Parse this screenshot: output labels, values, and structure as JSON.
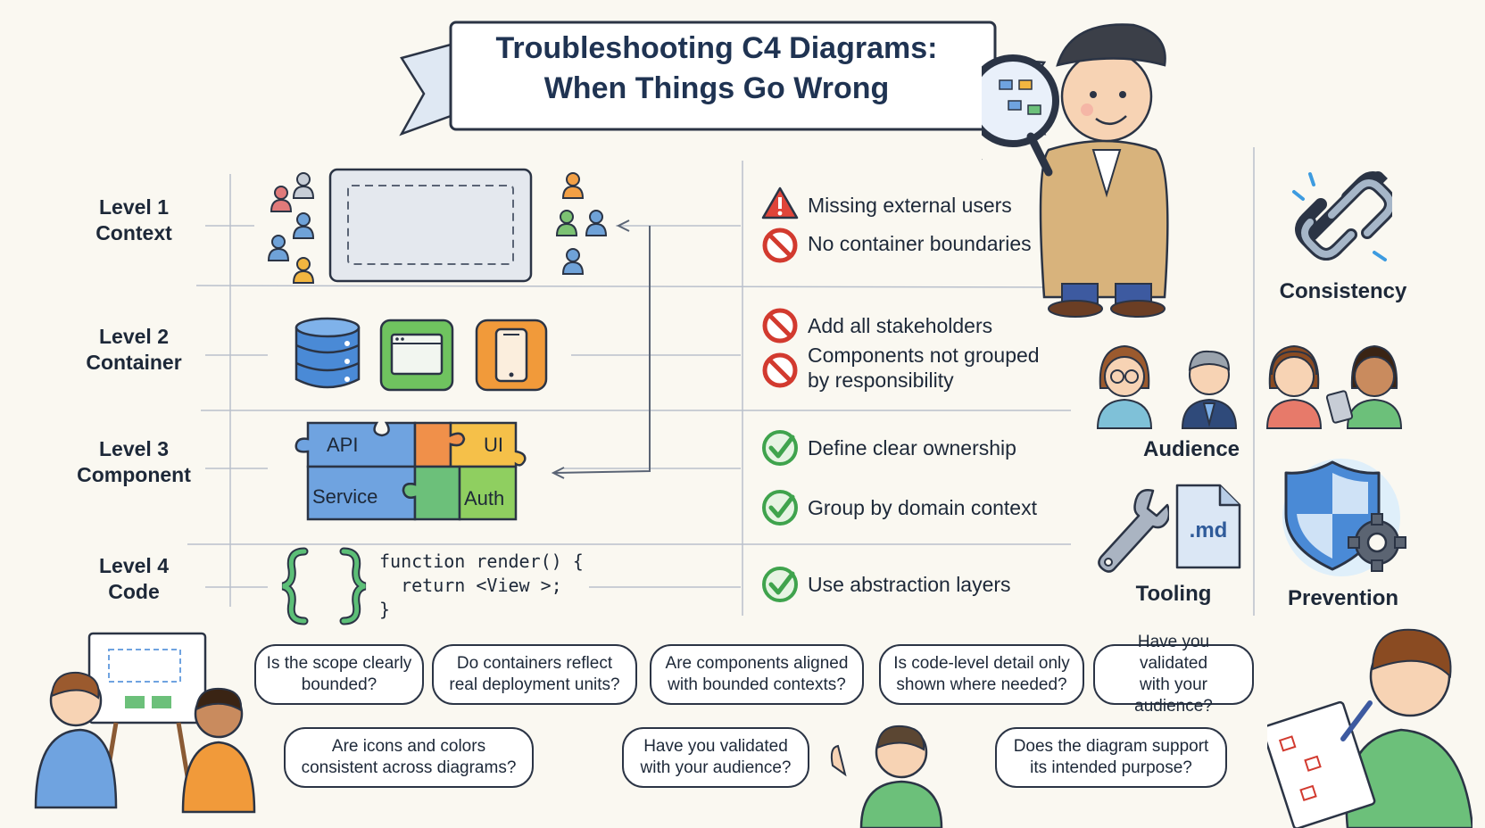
{
  "title": {
    "line1": "Troubleshooting C4 Diagrams:",
    "line2": "When Things Go Wrong"
  },
  "levels": [
    {
      "num": "Level 1",
      "name": "Context"
    },
    {
      "num": "Level 2",
      "name": "Container"
    },
    {
      "num": "Level 3",
      "name": "Component"
    },
    {
      "num": "Level 4",
      "name": "Code"
    }
  ],
  "components": {
    "api": "API",
    "ui": "UI",
    "service": "Service",
    "auth": "Auth"
  },
  "code": {
    "line1": "function render() {",
    "line2": "  return <View >;",
    "line3": "}"
  },
  "issues": [
    {
      "icon": "warning-icon",
      "text": "Missing external users",
      "color": "#d23a2f"
    },
    {
      "icon": "prohibited-icon",
      "text": "No container boundaries",
      "color": "#d23a2f"
    },
    {
      "icon": "prohibited-icon",
      "text": "Add all stakeholders",
      "color": "#d23a2f"
    },
    {
      "icon": "prohibited-icon",
      "text_line1": "Components not grouped",
      "text_line2": "by responsibility",
      "color": "#d23a2f"
    },
    {
      "icon": "check-icon",
      "text": "Define clear ownership",
      "color": "#3fa34d"
    },
    {
      "icon": "check-icon",
      "text": "Group by domain context",
      "color": "#3fa34d"
    },
    {
      "icon": "check-icon",
      "text": "Use abstraction layers",
      "color": "#3fa34d"
    }
  ],
  "side_panels": {
    "consistency": "Consistency",
    "audience": "Audience",
    "tooling": "Tooling",
    "tooling_file": ".md",
    "prevention": "Prevention"
  },
  "questions": [
    {
      "l1": "Is the scope clearly",
      "l2": "bounded?"
    },
    {
      "l1": "Do containers reflect",
      "l2": "real deployment units?"
    },
    {
      "l1": "Are components aligned",
      "l2": "with bounded contexts?"
    },
    {
      "l1": "Is code-level detail only",
      "l2": "shown where needed?"
    },
    {
      "l1": "Have you validated",
      "l2": "with your audience?"
    },
    {
      "l1": "Are icons and colors",
      "l2": "consistent across diagrams?"
    },
    {
      "l1": "Have you validated",
      "l2": "with your audience?"
    },
    {
      "l1": "Does the diagram support",
      "l2": "its intended purpose?"
    }
  ],
  "colors": {
    "danger": "#d23a2f",
    "success": "#3fa34d",
    "ink": "#1d2838",
    "title": "#1f3352",
    "background": "#faf8f1"
  }
}
